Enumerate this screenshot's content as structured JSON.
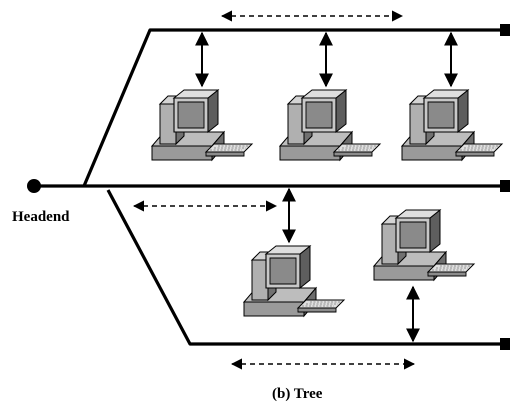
{
  "diagram": {
    "headend_label": "Headend",
    "caption": "(b) Tree",
    "topology": "tree",
    "branches": [
      "top",
      "middle",
      "bottom"
    ],
    "stations": [
      {
        "branch": "top",
        "index": 1
      },
      {
        "branch": "top",
        "index": 2
      },
      {
        "branch": "top",
        "index": 3
      },
      {
        "branch": "middle",
        "index": 1
      },
      {
        "branch": "bottom",
        "index": 1
      }
    ],
    "icons": {
      "station": "desktop-computer-icon",
      "headend": "headend-node-icon",
      "terminator": "terminator-icon"
    },
    "colors": {
      "line": "#000000",
      "background": "#ffffff"
    }
  }
}
